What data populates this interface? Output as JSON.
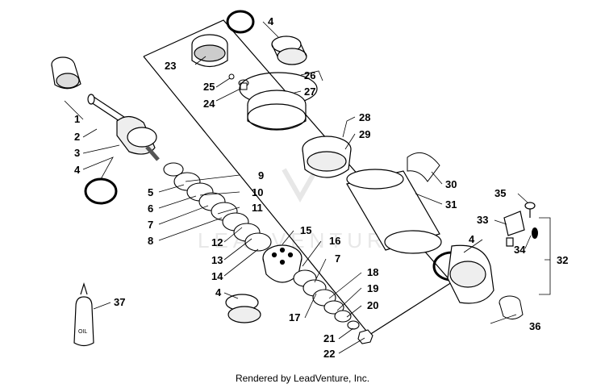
{
  "diagram": {
    "callouts": [
      "1",
      "2",
      "3",
      "4",
      "5",
      "6",
      "7",
      "8",
      "9",
      "10",
      "11",
      "12",
      "13",
      "14",
      "15",
      "16",
      "17",
      "18",
      "19",
      "20",
      "21",
      "22",
      "23",
      "24",
      "25",
      "26",
      "27",
      "28",
      "29",
      "30",
      "31",
      "32",
      "33",
      "34",
      "35",
      "36",
      "37"
    ],
    "oil_label": "OIL",
    "watermark": "LEADVENTURE"
  },
  "footer": {
    "text": "Rendered by LeadVenture, Inc."
  }
}
